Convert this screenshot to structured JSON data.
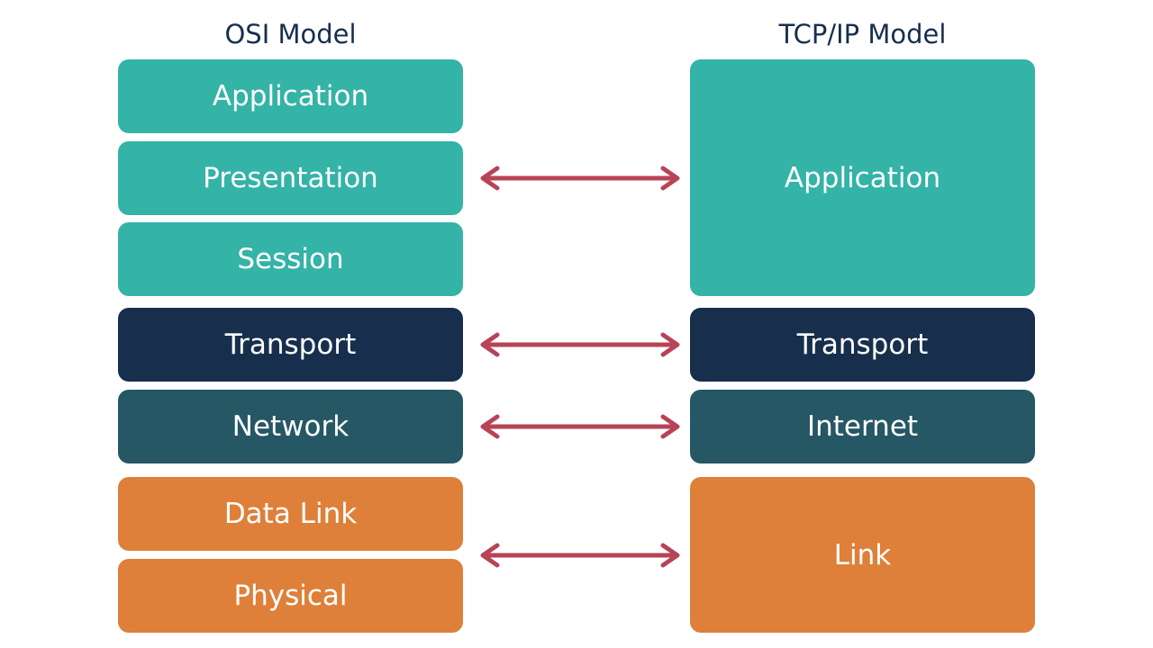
{
  "headings": {
    "osi": "OSI Model",
    "tcpip": "TCP/IP Model"
  },
  "osi_layers": [
    "Application",
    "Presentation",
    "Session",
    "Transport",
    "Network",
    "Data Link",
    "Physical"
  ],
  "tcpip_layers": [
    "Application",
    "Transport",
    "Internet",
    "Link"
  ],
  "colors": {
    "application_group": "#34b3a7",
    "transport": "#172f4d",
    "network": "#265764",
    "link_group": "#de8039",
    "arrow": "#b84356",
    "heading_text": "#172f4d"
  },
  "icons": {
    "mapping_arrow": "double-headed-arrow-icon"
  }
}
